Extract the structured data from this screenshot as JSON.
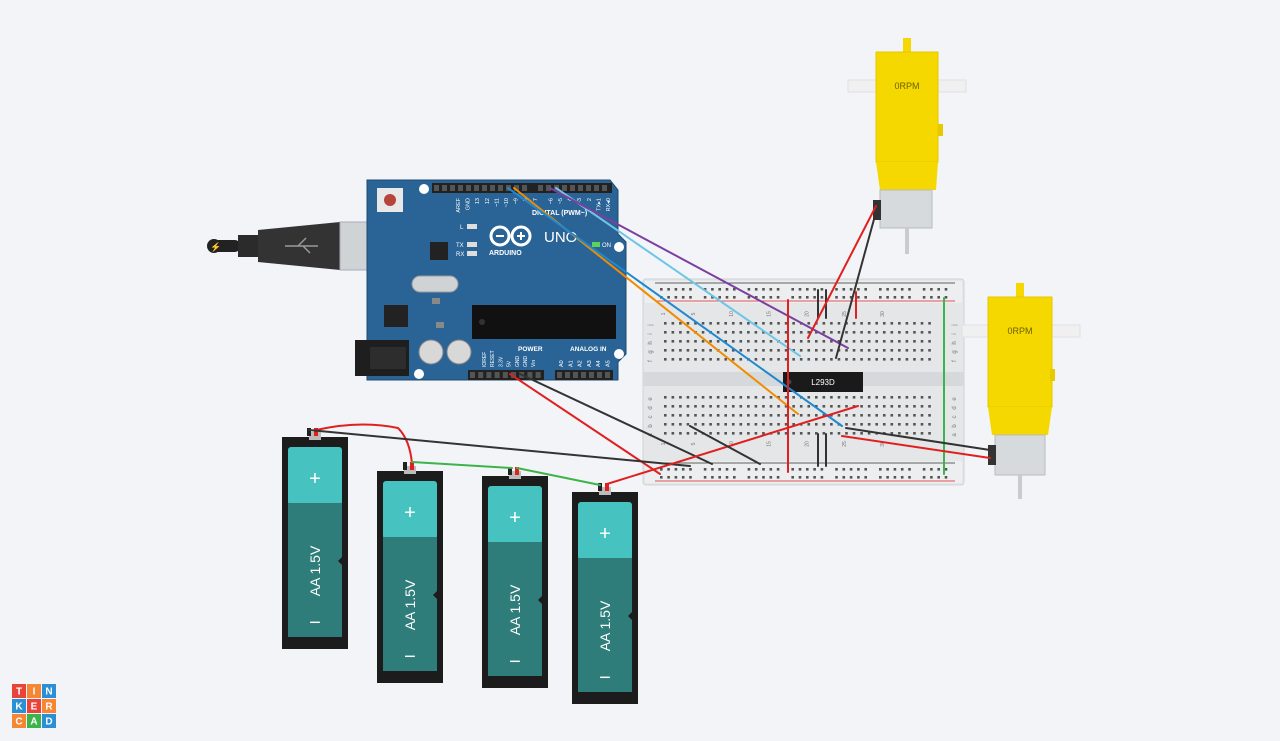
{
  "arduino": {
    "brand": "ARDUINO",
    "model": "UNO",
    "digital_label": "DIGITAL (PWM~)",
    "power_label": "POWER",
    "analog_label": "ANALOG IN",
    "on_label": "ON",
    "l_label": "L",
    "tx_label": "TX",
    "rx_label": "RX",
    "digital_pins": [
      "AREF",
      "GND",
      "13",
      "12",
      "~11",
      "~10",
      "~9",
      "8",
      "7",
      "~6",
      "~5",
      "4",
      "~3",
      "2",
      "TX▸1",
      "RX◂0"
    ],
    "power_pins": [
      "IOREF",
      "RESET",
      "3.3V",
      "5V",
      "GND",
      "GND",
      "Vin"
    ],
    "analog_pins": [
      "A0",
      "A1",
      "A2",
      "A3",
      "A4",
      "A5"
    ]
  },
  "ic": {
    "label": "L293D"
  },
  "breadboard": {
    "row_letters_top": [
      "j",
      "i",
      "h",
      "g",
      "f"
    ],
    "row_letters_bottom": [
      "e",
      "d",
      "c",
      "b",
      "a"
    ],
    "column_numbers": [
      "1",
      "",
      "",
      "",
      "5",
      "",
      "",
      "",
      "",
      "10",
      "",
      "",
      "",
      "",
      "15",
      "",
      "",
      "",
      "",
      "20",
      "",
      "",
      "",
      "",
      "25",
      "",
      "",
      "",
      "",
      "30"
    ]
  },
  "motors": [
    {
      "rpm_label": "0RPM"
    },
    {
      "rpm_label": "0RPM"
    }
  ],
  "batteries": [
    {
      "label": "AA 1.5V",
      "plus": "+",
      "minus": "−"
    },
    {
      "label": "AA 1.5V",
      "plus": "+",
      "minus": "−"
    },
    {
      "label": "AA 1.5V",
      "plus": "+",
      "minus": "−"
    },
    {
      "label": "AA 1.5V",
      "plus": "+",
      "minus": "−"
    }
  ],
  "logo": {
    "letters": [
      "T",
      "I",
      "N",
      "K",
      "E",
      "R",
      "C",
      "A",
      "D"
    ]
  },
  "colors": {
    "background": "#f2f4f7",
    "arduino_board": "#2a6496",
    "breadboard": "#e4e6e7",
    "motor_yellow": "#f5d800",
    "battery_teal": "#2e7d7a",
    "battery_cap": "#46c3c0",
    "wire_red": "#e02020",
    "wire_black": "#333333",
    "wire_green": "#3cb44b",
    "wire_orange": "#f08c00",
    "wire_blue": "#1e88d0",
    "wire_lightblue": "#6ec6e6",
    "wire_purple": "#7b3fa0"
  }
}
